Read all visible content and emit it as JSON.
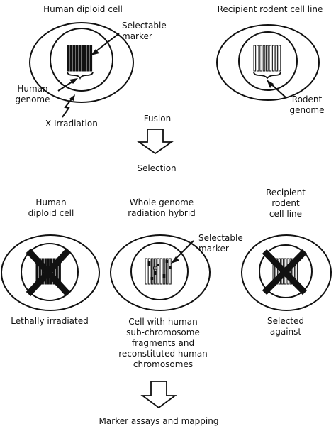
{
  "top": {
    "left_cell_title": "Human diploid cell",
    "right_cell_title": "Recipient rodent cell line",
    "selectable_marker": "Selectable\nmarker",
    "human_genome": "Human\ngenome",
    "rodent_genome": "Rodent\ngenome",
    "x_irradiation": "X-Irradiation"
  },
  "steps": {
    "fusion": "Fusion",
    "selection": "Selection",
    "final": "Marker assays and mapping"
  },
  "bottom": {
    "left_title": "Human\ndiploid cell",
    "middle_title": "Whole genome\nradiation hybrid",
    "right_title": "Recipient\nrodent\ncell line",
    "selectable_marker": "Selectable\nmarker",
    "left_caption": "Lethally irradiated",
    "middle_caption": "Cell with human\nsub-chromosome\nfragments and\nreconstituted human\nchromosomes",
    "right_caption": "Selected\nagainst"
  },
  "colors": {
    "ink": "#111111",
    "paper": "#ffffff"
  }
}
